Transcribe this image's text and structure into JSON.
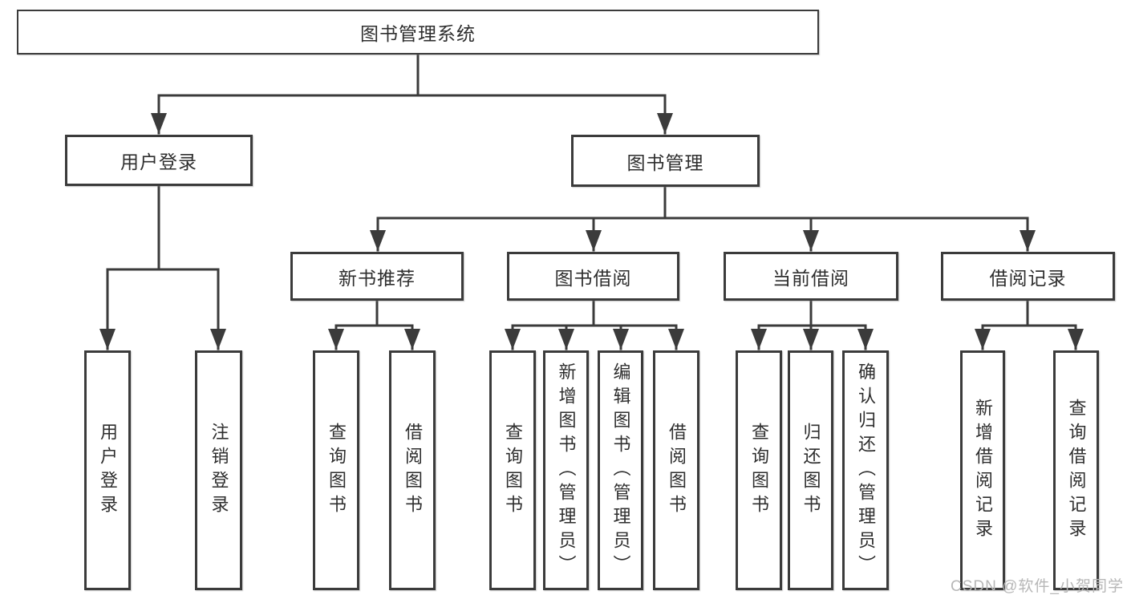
{
  "diagram": {
    "title": "图书管理系统",
    "colors": {
      "background": "#ffffff",
      "line": "#3b3b3b",
      "box_border": "#3b3b3b",
      "text": "#2e2e2e",
      "watermark": "#b7b7b7"
    },
    "nodes": {
      "root": {
        "label": "图书管理系统"
      },
      "user_login": {
        "label": "用户登录"
      },
      "book_mgmt": {
        "label": "图书管理"
      },
      "new_book_rec": {
        "label": "新书推荐"
      },
      "book_borrow": {
        "label": "图书借阅"
      },
      "current_borrow": {
        "label": "当前借阅"
      },
      "borrow_record": {
        "label": "借阅记录"
      },
      "leaf_user_login": {
        "label": "用户登录"
      },
      "leaf_logout": {
        "label": "注销登录"
      },
      "leaf_rec_query": {
        "label": "查询图书"
      },
      "leaf_rec_borrow": {
        "label": "借阅图书"
      },
      "leaf_bb_query": {
        "label": "查询图书"
      },
      "leaf_bb_add": {
        "label": "新增图书（管理员）"
      },
      "leaf_bb_edit": {
        "label": "编辑图书（管理员）"
      },
      "leaf_bb_borrow": {
        "label": "借阅图书"
      },
      "leaf_cb_query": {
        "label": "查询图书"
      },
      "leaf_cb_return": {
        "label": "归还图书"
      },
      "leaf_cb_confirm": {
        "label": "确认归还（管理员）"
      },
      "leaf_br_add": {
        "label": "新增借阅记录"
      },
      "leaf_br_query": {
        "label": "查询借阅记录"
      }
    },
    "hierarchy": {
      "label": "图书管理系统",
      "children": [
        {
          "label": "用户登录",
          "children": [
            {
              "label": "用户登录"
            },
            {
              "label": "注销登录"
            }
          ]
        },
        {
          "label": "图书管理",
          "children": [
            {
              "label": "新书推荐",
              "children": [
                {
                  "label": "查询图书"
                },
                {
                  "label": "借阅图书"
                }
              ]
            },
            {
              "label": "图书借阅",
              "children": [
                {
                  "label": "查询图书"
                },
                {
                  "label": "新增图书（管理员）"
                },
                {
                  "label": "编辑图书（管理员）"
                },
                {
                  "label": "借阅图书"
                }
              ]
            },
            {
              "label": "当前借阅",
              "children": [
                {
                  "label": "查询图书"
                },
                {
                  "label": "归还图书"
                },
                {
                  "label": "确认归还（管理员）"
                }
              ]
            },
            {
              "label": "借阅记录",
              "children": [
                {
                  "label": "新增借阅记录"
                },
                {
                  "label": "查询借阅记录"
                }
              ]
            }
          ]
        }
      ]
    }
  },
  "watermark": {
    "text": "CSDN @软件_小贺同学"
  }
}
